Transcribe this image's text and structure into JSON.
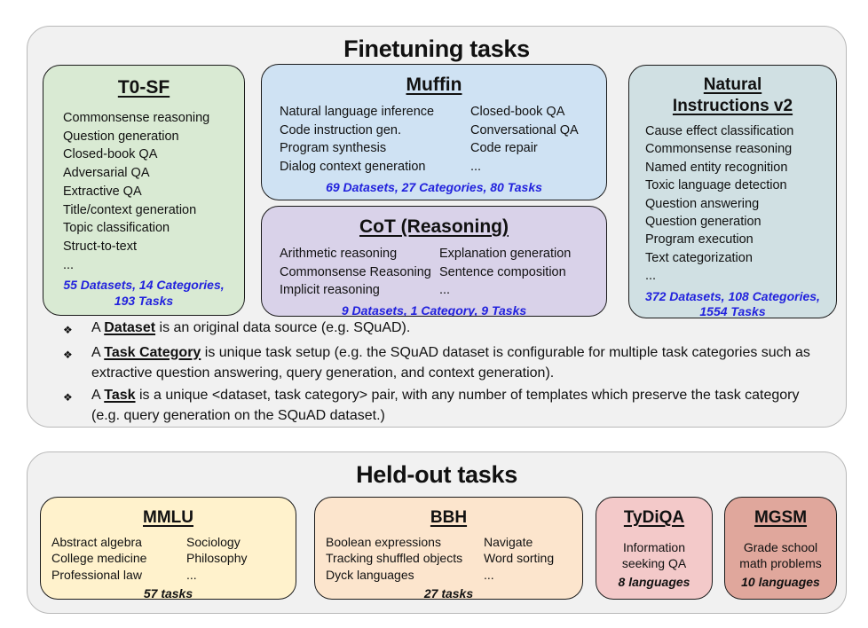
{
  "palette": {
    "page_bg": "#ffffff",
    "panel_bg": "#f1f1f1",
    "panel_border": "#b9b9b9",
    "box_border": "#1a1a1a",
    "accent_blue": "#2222dd",
    "t0sf": "#d9ead3",
    "muffin": "#cfe2f3",
    "cot": "#d9d2e9",
    "niv2": "#d0e0e3",
    "mmlu": "#fff2cc",
    "bbh": "#fce5cd",
    "tydiqa": "#f3c9c9",
    "mgsm": "#e0a79c"
  },
  "finetuning": {
    "title": "Finetuning tasks",
    "t0sf": {
      "title": "T0-SF",
      "items": [
        "Commonsense reasoning",
        "Question generation",
        "Closed-book QA",
        "Adversarial QA",
        "Extractive QA",
        "Title/context generation",
        "Topic classification",
        "Struct-to-text",
        "..."
      ],
      "stats": "55 Datasets, 14 Categories,\n193 Tasks"
    },
    "muffin": {
      "title": "Muffin",
      "items_left": [
        "Natural language inference",
        "Code instruction gen.",
        "Program synthesis",
        "Dialog context generation"
      ],
      "items_right": [
        "Closed-book QA",
        "Conversational QA",
        "Code repair",
        "..."
      ],
      "stats": "69 Datasets, 27 Categories, 80 Tasks"
    },
    "cot": {
      "title": "CoT (Reasoning)",
      "items_left": [
        "Arithmetic reasoning",
        "Commonsense Reasoning",
        "Implicit reasoning"
      ],
      "items_right": [
        "Explanation generation",
        "Sentence composition",
        "..."
      ],
      "stats": "9 Datasets, 1 Category, 9 Tasks"
    },
    "niv2": {
      "title": "Natural Instructions v2",
      "items": [
        "Cause effect classification",
        "Commonsense reasoning",
        "Named entity recognition",
        "Toxic language detection",
        "Question answering",
        "Question generation",
        "Program execution",
        "Text categorization",
        "..."
      ],
      "stats": "372 Datasets, 108 Categories,\n1554 Tasks"
    },
    "notes": {
      "marker": "❖",
      "items": [
        {
          "lead": "A",
          "term": "Dataset",
          "rest": "is an original data source (e.g. SQuAD)."
        },
        {
          "lead": "A",
          "term": "Task Category",
          "rest": "is unique task setup (e.g. the SQuAD dataset is configurable for multiple task categories such as extractive question answering, query generation, and context generation)."
        },
        {
          "lead": "A",
          "term": "Task",
          "rest": "is a unique <dataset, task category> pair, with any number of templates which preserve the task category (e.g. query generation on the SQuAD dataset.)"
        }
      ]
    }
  },
  "heldout": {
    "title": "Held-out tasks",
    "mmlu": {
      "title": "MMLU",
      "items_left": [
        "Abstract algebra",
        "College medicine",
        "Professional law"
      ],
      "items_right": [
        "Sociology",
        "Philosophy",
        "..."
      ],
      "stats": "57 tasks"
    },
    "bbh": {
      "title": "BBH",
      "items_left": [
        "Boolean expressions",
        "Tracking shuffled objects",
        "Dyck languages"
      ],
      "items_right": [
        "Navigate",
        "Word sorting",
        "..."
      ],
      "stats": "27 tasks"
    },
    "tydiqa": {
      "title": "TyDiQA",
      "desc": "Information seeking QA",
      "stats": "8 languages"
    },
    "mgsm": {
      "title": "MGSM",
      "desc": "Grade school math problems",
      "stats": "10 languages"
    }
  }
}
